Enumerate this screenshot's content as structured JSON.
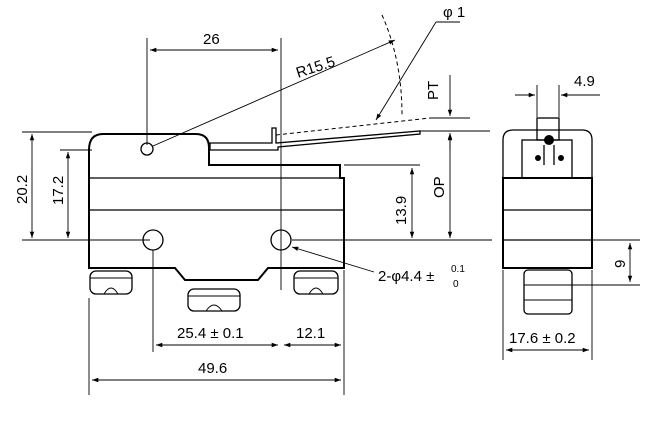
{
  "labels": {
    "width_top": "26",
    "radius": "R15.5",
    "phi": "φ 1",
    "pt": "PT",
    "width_side": "4.9",
    "h_total": "20.2",
    "h_inner": "17.2",
    "h_mid": "13.9",
    "op": "OP",
    "side_h": "9",
    "hole_main": "2-φ4.4 ±",
    "hole_tol_up": "0.1",
    "hole_tol_down": "0",
    "pitch": "25.4 ± 0.1",
    "offset": "12.1",
    "length": "49.6",
    "side_w": "17.6 ± 0.2"
  }
}
